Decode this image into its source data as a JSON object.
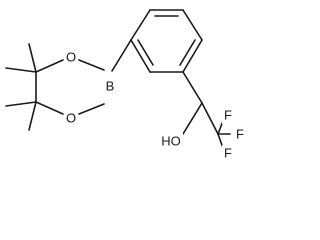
{
  "atoms": {
    "boron": "B",
    "ring_oxygen_upper": "O",
    "ring_oxygen_lower": "O",
    "hydroxyl": "HO",
    "fluorine_top": "F",
    "fluorine_right": "F",
    "fluorine_bottom": "F"
  }
}
